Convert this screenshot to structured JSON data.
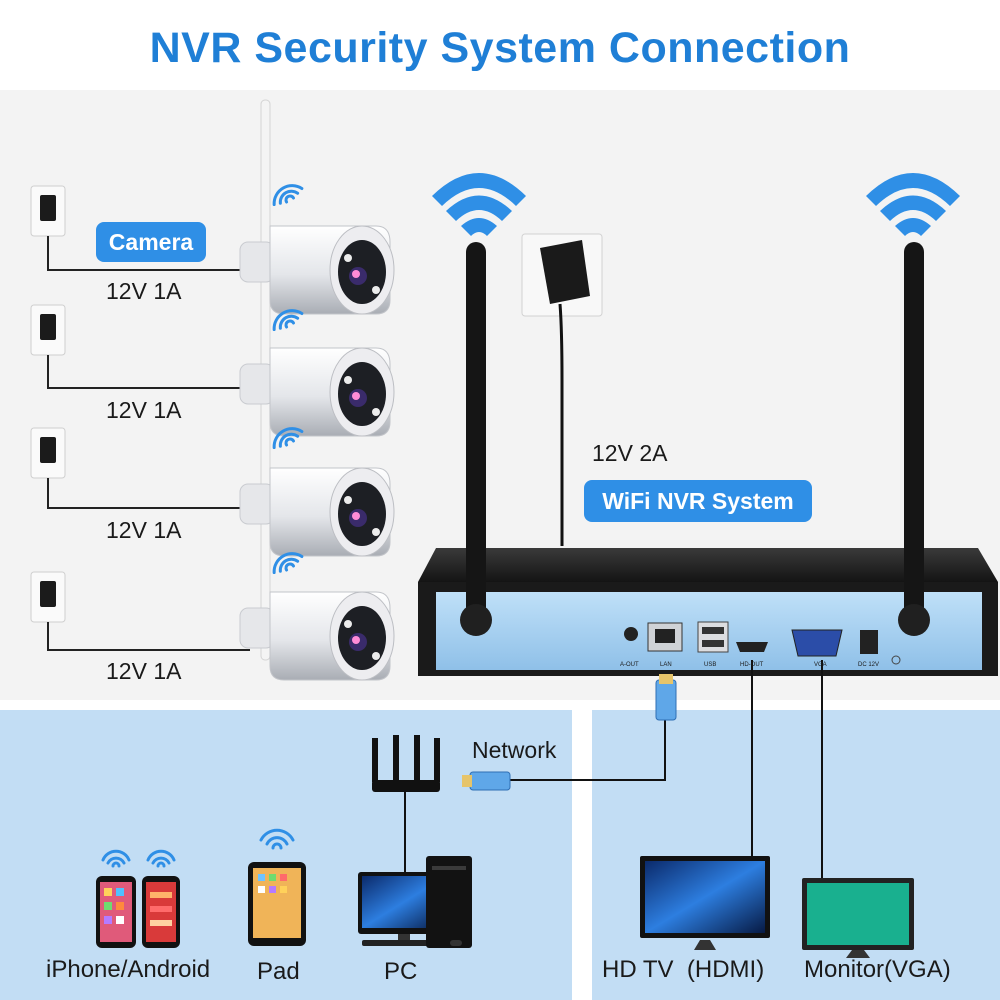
{
  "title": "NVR Security System Connection",
  "camera_label": "Camera",
  "camera_power": [
    "12V 1A",
    "12V 1A",
    "12V 1A",
    "12V 1A"
  ],
  "nvr_power": "12V 2A",
  "nvr_label": "WiFi NVR System",
  "network_label": "Network",
  "ports": [
    "A-OUT",
    "LAN",
    "USB",
    "HD-OUT",
    "VGA",
    "DC 12V"
  ],
  "devices": {
    "phone": "iPhone/Android",
    "pad": "Pad",
    "pc": "PC",
    "tv": "HD TV  (HDMI)",
    "monitor": "Monitor(VGA)"
  },
  "colors": {
    "accent": "#1f7fd6",
    "pill": "#2f8fe6",
    "panel": "#c2ddf4",
    "nvr_front": "#a9d1f0",
    "wall": "#eeeeee"
  }
}
